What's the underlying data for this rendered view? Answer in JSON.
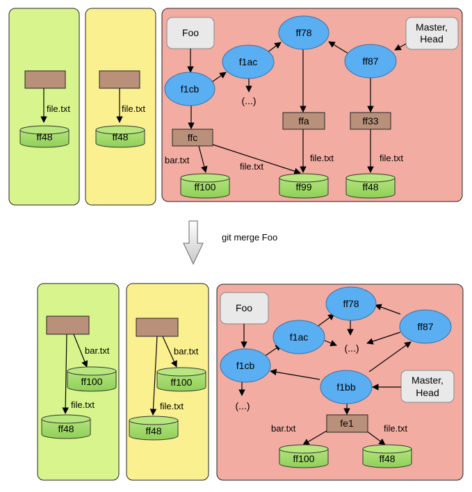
{
  "colors": {
    "working_dir": "#d7f58c",
    "staging": "#fbf08f",
    "repository": "#f2aca2",
    "commit": "#5aaef2",
    "tree": "#b9917a",
    "blob": "#9fd86a",
    "ref": "#e9e9e9"
  },
  "command": "git merge Foo",
  "top": {
    "working_blob": "ff48",
    "working_edge": "file.txt",
    "staging_blob": "ff48",
    "staging_edge": "file.txt",
    "ref_foo": "Foo",
    "ref_master_line1": "Master,",
    "ref_master_line2": "Head",
    "commit_f1cb": "f1cb",
    "commit_f1ac": "f1ac",
    "commit_ff78": "ff78",
    "commit_ff87": "ff87",
    "ellipsis": "(...)",
    "tree_ffc": "ffc",
    "tree_ffa": "ffa",
    "tree_ff33": "ff33",
    "blob_ff100": "ff100",
    "blob_ff99": "ff99",
    "blob_ff48": "ff48",
    "edge_bar": "bar.txt",
    "edge_ffc_file": "file.txt",
    "edge_ffa_file": "file.txt",
    "edge_ff33_file": "file.txt"
  },
  "bottom": {
    "working_blob_ff100": "ff100",
    "working_blob_ff48": "ff48",
    "working_edge_bar": "bar.txt",
    "working_edge_file": "file.txt",
    "staging_blob_ff100": "ff100",
    "staging_blob_ff48": "ff48",
    "staging_edge_bar": "bar.txt",
    "staging_edge_file": "file.txt",
    "ref_foo": "Foo",
    "ref_master_line1": "Master,",
    "ref_master_line2": "Head",
    "commit_ff78": "ff78",
    "commit_f1ac": "f1ac",
    "commit_ff87": "ff87",
    "commit_f1cb": "f1cb",
    "commit_f1bb": "f1bb",
    "ellipsis_center": "(...)",
    "ellipsis_left": "(...)",
    "tree_fe1": "fe1",
    "blob_ff100": "ff100",
    "blob_ff48": "ff48",
    "edge_bar": "bar.txt",
    "edge_file": "file.txt"
  }
}
